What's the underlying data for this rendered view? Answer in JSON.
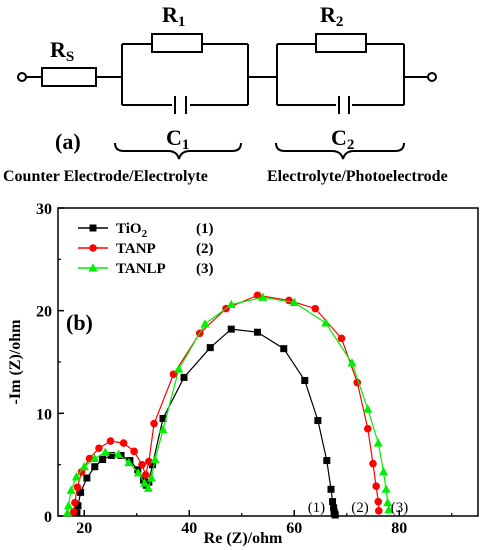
{
  "circuit": {
    "rs_main": "R",
    "rs_sub": "S",
    "r1_main": "R",
    "r1_sub": "1",
    "r2_main": "R",
    "r2_sub": "2",
    "c1_main": "C",
    "c1_sub": "1",
    "c2_main": "C",
    "c2_sub": "2",
    "panel_label": "(a)",
    "caption_left": "Counter Electrode/Electrolyte",
    "caption_right": "Electrolyte/Photoelectrode"
  },
  "chart_data": {
    "type": "scatter",
    "panel_label": "(b)",
    "title": "",
    "xlabel": "Re (Z)/ohm",
    "ylabel": "-Im (Z)/ohm",
    "xlim": [
      15,
      95
    ],
    "ylim": [
      0,
      30
    ],
    "xticks": [
      20,
      40,
      60,
      80
    ],
    "yticks": [
      0,
      10,
      20,
      30
    ],
    "grid": false,
    "legend_position": "top-left",
    "series": [
      {
        "name": "TiO2",
        "name_main": "TiO",
        "name_sub": "2",
        "index_label": "(1)",
        "marker": "square",
        "color": "#000000",
        "points": [
          [
            18.6,
            0.3
          ],
          [
            18.8,
            1.0
          ],
          [
            19.3,
            2.3
          ],
          [
            20.5,
            3.7
          ],
          [
            22.0,
            4.8
          ],
          [
            23.5,
            5.5
          ],
          [
            25.2,
            5.9
          ],
          [
            27.0,
            5.9
          ],
          [
            28.7,
            5.4
          ],
          [
            30.2,
            4.5
          ],
          [
            31.3,
            3.5
          ],
          [
            31.8,
            3.0
          ],
          [
            32.3,
            3.3
          ],
          [
            33.0,
            5.0
          ],
          [
            35.0,
            9.5
          ],
          [
            39.0,
            13.5
          ],
          [
            44.0,
            16.4
          ],
          [
            48.0,
            18.2
          ],
          [
            53.0,
            17.9
          ],
          [
            58.0,
            16.3
          ],
          [
            62.0,
            13.2
          ],
          [
            64.5,
            9.3
          ],
          [
            66.2,
            5.4
          ],
          [
            67.0,
            2.6
          ],
          [
            67.3,
            1.4
          ],
          [
            67.5,
            0.8
          ],
          [
            67.6,
            0.4
          ],
          [
            67.7,
            0.2
          ],
          [
            67.8,
            0.1
          ]
        ]
      },
      {
        "name": "TANP",
        "index_label": "(2)",
        "marker": "circle",
        "color": "#ff0000",
        "points": [
          [
            18.0,
            0.4
          ],
          [
            18.2,
            1.3
          ],
          [
            18.7,
            2.8
          ],
          [
            19.5,
            4.3
          ],
          [
            21.0,
            5.6
          ],
          [
            22.8,
            6.6
          ],
          [
            25.0,
            7.3
          ],
          [
            27.5,
            7.1
          ],
          [
            29.5,
            6.3
          ],
          [
            31.0,
            5.0
          ],
          [
            31.7,
            4.0
          ],
          [
            32.3,
            5.3
          ],
          [
            33.3,
            9.0
          ],
          [
            37.0,
            13.8
          ],
          [
            42.0,
            17.8
          ],
          [
            47.0,
            20.2
          ],
          [
            53.0,
            21.5
          ],
          [
            59.0,
            21.0
          ],
          [
            64.0,
            20.2
          ],
          [
            69.0,
            17.3
          ],
          [
            72.0,
            13.0
          ],
          [
            74.0,
            8.5
          ],
          [
            75.0,
            5.1
          ],
          [
            75.6,
            2.9
          ],
          [
            76.0,
            1.4
          ],
          [
            76.1,
            0.5
          ]
        ]
      },
      {
        "name": "TANLP",
        "index_label": "(3)",
        "marker": "triangle",
        "color": "#00ee00",
        "points": [
          [
            16.8,
            0.3
          ],
          [
            17.0,
            1.0
          ],
          [
            17.5,
            2.5
          ],
          [
            18.5,
            3.8
          ],
          [
            20.0,
            4.8
          ],
          [
            22.0,
            5.6
          ],
          [
            24.0,
            6.2
          ],
          [
            26.5,
            6.0
          ],
          [
            28.5,
            5.2
          ],
          [
            30.3,
            4.2
          ],
          [
            31.5,
            3.2
          ],
          [
            32.2,
            2.7
          ],
          [
            32.8,
            3.7
          ],
          [
            33.5,
            5.5
          ],
          [
            35.0,
            8.4
          ],
          [
            38.0,
            14.3
          ],
          [
            43.0,
            18.7
          ],
          [
            48.0,
            20.6
          ],
          [
            54.0,
            21.3
          ],
          [
            60.0,
            20.8
          ],
          [
            66.0,
            18.8
          ],
          [
            71.0,
            14.9
          ],
          [
            74.0,
            10.4
          ],
          [
            76.0,
            7.1
          ],
          [
            77.0,
            4.3
          ],
          [
            77.5,
            2.6
          ],
          [
            77.8,
            1.3
          ],
          [
            78.0,
            0.6
          ]
        ]
      }
    ]
  }
}
